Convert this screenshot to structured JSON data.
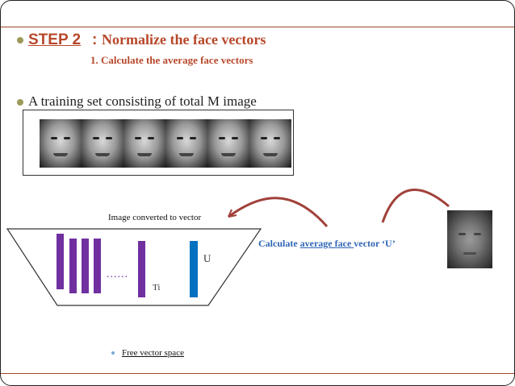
{
  "slide": {
    "step_label": "STEP 2",
    "step_colon": ":",
    "step_title": "Normalize the face vectors",
    "sub_step": "1. Calculate the average face vectors",
    "training_text": "A training set consisting of total M image",
    "image_converted": "Image converted to vector",
    "calc_prefix": "Calculate ",
    "calc_underlined": "average face ",
    "calc_suffix": "vector ‘U’",
    "u_label": "U",
    "ti_label": "Ti",
    "dots": "......",
    "free_space": "Free vector space"
  },
  "colors": {
    "title": "#b7472a",
    "calc_text": "#2e65b5",
    "vector_purple": "#7030a0",
    "vector_blue": "#0070c0",
    "arrow": "#a0413a"
  },
  "icons": [
    "face-photo",
    "average-face-photo",
    "curved-arrow"
  ]
}
